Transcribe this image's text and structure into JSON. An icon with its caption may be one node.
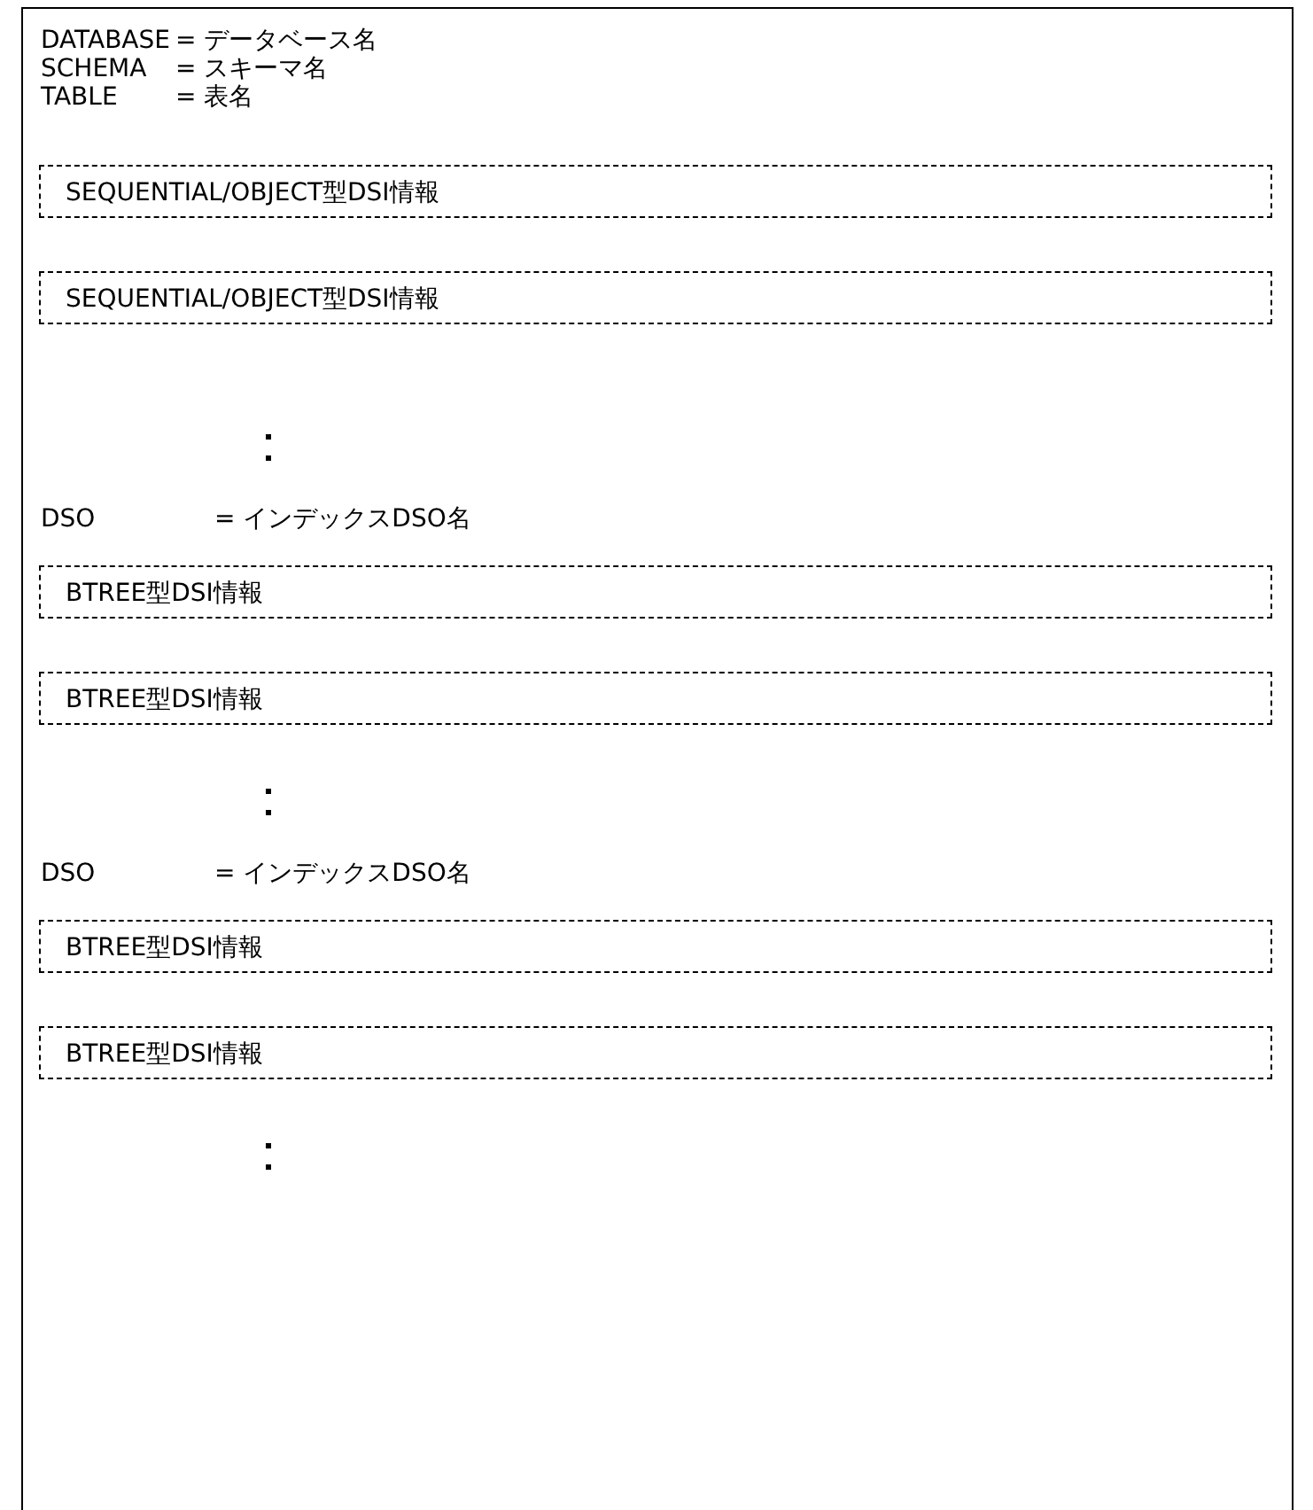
{
  "diagram": {
    "nodes": [
      {
        "text": [],
        "shape": "box"
      },
      {
        "text": [
          "SEQUENTIAL/OBJECT型DSI情報"
        ],
        "in": 0
      },
      {
        "text": [
          "SEQUENTIAL/OBJECT型DSI情報"
        ],
        "in": 0
      },
      {
        "text": [
          "BTREE型DSI情報"
        ],
        "in": 0
      },
      {
        "text": [
          "BTREE型DSI情報"
        ],
        "in": 0
      },
      {
        "text": [
          "BTREE型DSI情報"
        ],
        "in": 0
      },
      {
        "text": [
          "BTREE型DSI情報"
        ],
        "in": 0
      }
    ],
    "labels": [
      "DATABASE",
      "= データベース名",
      "SCHEMA",
      "= スキーマ名",
      "TABLE",
      "= 表名",
      "DSO",
      "= インデックスDSO名",
      "DSO",
      "= インデックスDSO名"
    ]
  }
}
